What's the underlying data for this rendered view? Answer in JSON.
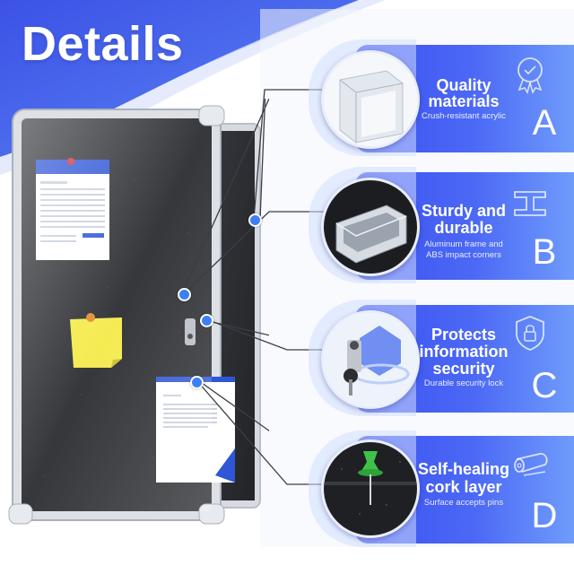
{
  "page": {
    "title": "Details"
  },
  "features": [
    {
      "title_line1": "Quality",
      "title_line2": "materials",
      "title_line3": "",
      "subtitle_line1": "Crush-resistant acrylic",
      "subtitle_line2": "",
      "letter": "A",
      "icon": "quality-badge-icon"
    },
    {
      "title_line1": "Sturdy and",
      "title_line2": "durable",
      "title_line3": "",
      "subtitle_line1": "Aluminum frame and",
      "subtitle_line2": "ABS impact corners",
      "letter": "B",
      "icon": "i-beam-icon"
    },
    {
      "title_line1": "Protects",
      "title_line2": "information",
      "title_line3": "security",
      "subtitle_line1": "Durable security lock",
      "subtitle_line2": "",
      "letter": "C",
      "icon": "shield-lock-icon"
    },
    {
      "title_line1": "Self-healing",
      "title_line2": "cork layer",
      "title_line3": "",
      "subtitle_line1": "Surface accepts pins",
      "subtitle_line2": "",
      "letter": "D",
      "icon": "wood-log-icon"
    }
  ],
  "colors": {
    "panel_start": "#3a4ff0",
    "panel_end": "#6f9cfb",
    "board_felt": "#2b2d31",
    "frame": "#d9dde3",
    "accent_dot": "#3f7ff5",
    "sticky_note": "#f4ea4a",
    "title_bg": "#3b55e8"
  }
}
